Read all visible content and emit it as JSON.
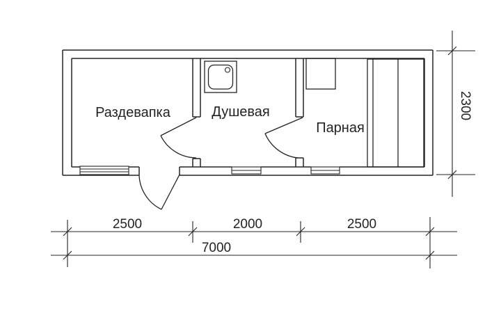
{
  "plan": {
    "room_labels": {
      "changing": "Раздевапка",
      "shower": "Душевая",
      "steam": "Парная"
    },
    "dims": {
      "seg1": "2500",
      "seg2": "2000",
      "seg3": "2500",
      "total": "7000",
      "depth": "2300"
    },
    "colors": {
      "line": "#232323",
      "background": "#ffffff"
    }
  }
}
